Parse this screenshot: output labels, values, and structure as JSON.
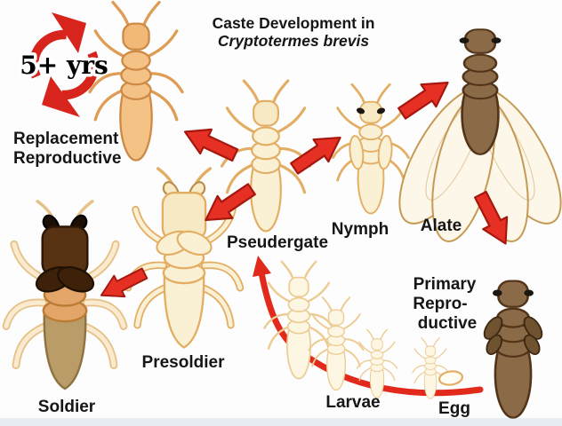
{
  "diagram": {
    "title_line1": "Caste Development in",
    "title_line2": "Cryptotermes brevis",
    "cycle_label": "5+ yrs",
    "stages": {
      "replacement_l1": "Replacement",
      "replacement_l2": "Reproductive",
      "pseudergate": "Pseudergate",
      "nymph": "Nymph",
      "alate": "Alate",
      "presoldier": "Presoldier",
      "soldier": "Soldier",
      "larvae": "Larvae",
      "egg": "Egg",
      "primary_l1": "Primary",
      "primary_l2": "Repro-",
      "primary_l3": "ductive"
    }
  },
  "colors": {
    "bg": "#fdfdfd",
    "strip": "#e8edf3",
    "ink": "#161616",
    "arrow-red": "#e63024",
    "arrow-edge": "#a6170e",
    "curve-red": "#e12a1c",
    "cycle-red": "#d7241c",
    "cream": "#faf0d3",
    "cream-line": "#e3ae63",
    "cream-deep": "#f7e9c4",
    "orange": "#f5c286",
    "orange-line": "#cd8a45",
    "orange-deep": "#f2b877",
    "orange-mid": "#df9c55",
    "brown": "#8b6a47",
    "brown-line": "#523419",
    "wing": "#fdf7e9",
    "wing-line": "#c59a55",
    "larva": "#fcf6e3",
    "larva-line": "#eccc93",
    "soldier-head": "#573213",
    "soldier-pad": "#3d2209",
    "mandible": "#1c0f05",
    "soldier-seg": "#e3a668",
    "soldier-seg-line": "#bb7c33",
    "soldier-abd": "#b99c68",
    "soldier-abd-line": "#8e7340",
    "egg-fill": "#fffdf3",
    "eye": "#1d1711"
  }
}
